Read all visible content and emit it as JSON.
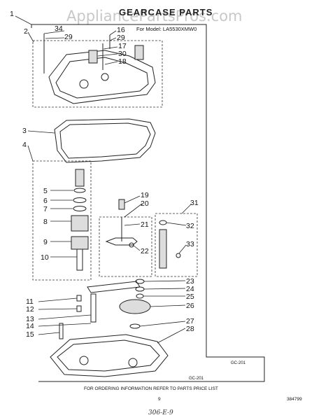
{
  "watermark": "AppliancePartsPros.com",
  "title": "GEARCASE PARTS",
  "model_line": "For Model: LA5530XMW0",
  "callouts": [
    {
      "id": "c1",
      "label": "1"
    },
    {
      "id": "c2",
      "label": "2"
    },
    {
      "id": "c34",
      "label": "34"
    },
    {
      "id": "c29a",
      "label": "29"
    },
    {
      "id": "c16",
      "label": "16"
    },
    {
      "id": "c29b",
      "label": "29"
    },
    {
      "id": "c17",
      "label": "17"
    },
    {
      "id": "c30",
      "label": "30"
    },
    {
      "id": "c18",
      "label": "18"
    },
    {
      "id": "c3",
      "label": "3"
    },
    {
      "id": "c4",
      "label": "4"
    },
    {
      "id": "c5",
      "label": "5"
    },
    {
      "id": "c6",
      "label": "6"
    },
    {
      "id": "c7",
      "label": "7"
    },
    {
      "id": "c8",
      "label": "8"
    },
    {
      "id": "c9",
      "label": "9"
    },
    {
      "id": "c10",
      "label": "10"
    },
    {
      "id": "c19",
      "label": "19"
    },
    {
      "id": "c20",
      "label": "20"
    },
    {
      "id": "c21",
      "label": "21"
    },
    {
      "id": "c22",
      "label": "22"
    },
    {
      "id": "c31",
      "label": "31"
    },
    {
      "id": "c32",
      "label": "32"
    },
    {
      "id": "c33",
      "label": "33"
    },
    {
      "id": "c23",
      "label": "23"
    },
    {
      "id": "c24",
      "label": "24"
    },
    {
      "id": "c25",
      "label": "25"
    },
    {
      "id": "c26",
      "label": "26"
    },
    {
      "id": "c11",
      "label": "11"
    },
    {
      "id": "c12",
      "label": "12"
    },
    {
      "id": "c13",
      "label": "13"
    },
    {
      "id": "c14",
      "label": "14"
    },
    {
      "id": "c15",
      "label": "15"
    },
    {
      "id": "c27",
      "label": "27"
    },
    {
      "id": "c28",
      "label": "28"
    }
  ],
  "figure_code_a": "GC-201",
  "figure_code_b": "GC-201",
  "footer_note": "FOR ORDERING INFORMATION REFER TO PARTS PRICE LIST",
  "page_number": "9",
  "part_number": "384799",
  "handwritten_note": "306-E-9"
}
